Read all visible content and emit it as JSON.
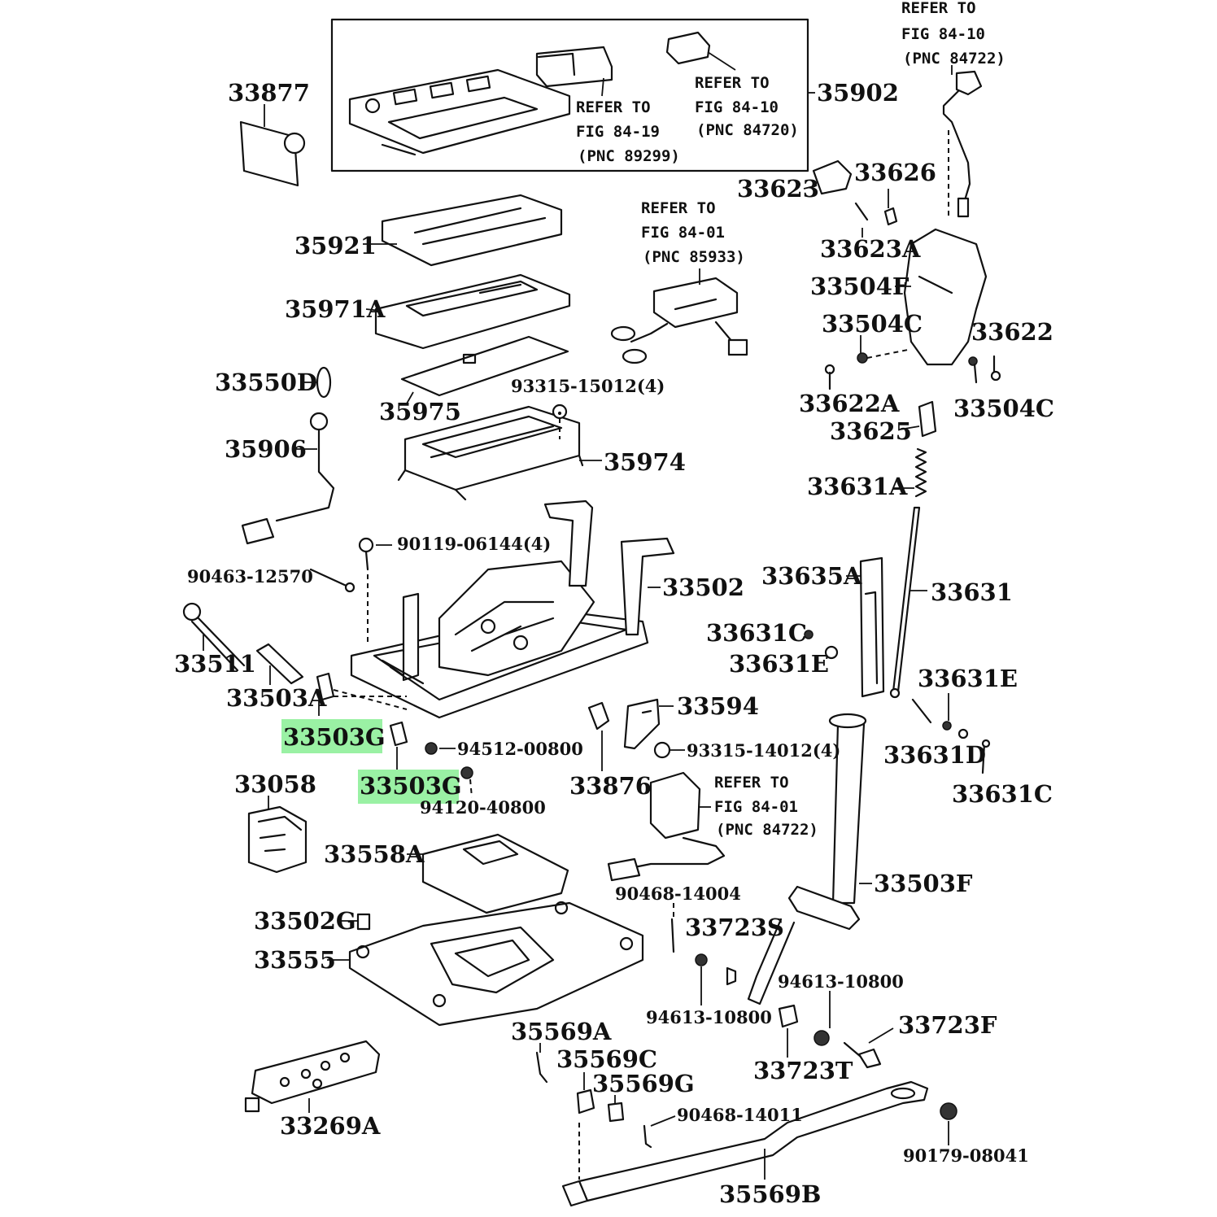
{
  "parts": {
    "p33877": "33877",
    "p35902": "35902",
    "p35921": "35921",
    "p35971A": "35971A",
    "p33550D": "33550D",
    "p35975": "35975",
    "p35906": "35906",
    "p35974": "35974",
    "p90119": "90119-06144(4)",
    "p90463": "90463-12570",
    "p33502": "33502",
    "p33511": "33511",
    "p33503A": "33503A",
    "p33503G_1": "33503G",
    "p33503G_2": "33503G",
    "p94512": "94512-00800",
    "p94120": "94120-40800",
    "p33058": "33058",
    "p33558A": "33558A",
    "p33502G": "33502G",
    "p33555": "33555",
    "p33269A": "33269A",
    "p93315_15012": "93315-15012(4)",
    "p33876": "33876",
    "p33594": "33594",
    "p93315_14012": "93315-14012(4)",
    "p90468_14004": "90468-14004",
    "p33723S": "33723S",
    "p94613_a": "94613-10800",
    "p94613_b": "94613-10800",
    "p33723T": "33723T",
    "p33723F": "33723F",
    "p35569A": "35569A",
    "p35569C": "35569C",
    "p35569G": "35569G",
    "p90468_14011": "90468-14011",
    "p35569B": "35569B",
    "p90179": "90179-08041",
    "p33623": "33623",
    "p33626": "33626",
    "p33623A": "33623A",
    "p33504F": "33504F",
    "p33504C_1": "33504C",
    "p33622": "33622",
    "p33622A": "33622A",
    "p33504C_2": "33504C",
    "p33625": "33625",
    "p33631A": "33631A",
    "p33635A": "33635A",
    "p33631": "33631",
    "p33631C_1": "33631C",
    "p33631E_1": "33631E",
    "p33631E_2": "33631E",
    "p33631D": "33631D",
    "p33631C_2": "33631C",
    "p33503F": "33503F"
  },
  "refs": {
    "fig8419": [
      "REFER TO",
      "FIG 84-19",
      "(PNC 89299)"
    ],
    "fig8410a": [
      "REFER TO",
      "FIG 84-10",
      "(PNC 84720)"
    ],
    "fig8410b": [
      "REFER TO",
      "FIG 84-10",
      "(PNC 84722)"
    ],
    "fig8401a": [
      "REFER TO",
      "FIG 84-01",
      "(PNC 85933)"
    ],
    "fig8401b": [
      "REFER TO",
      "FIG 84-01",
      "(PNC 84722)"
    ]
  },
  "colors": {
    "highlight": "#8ff09a",
    "line": "#111111",
    "background": "#ffffff"
  }
}
